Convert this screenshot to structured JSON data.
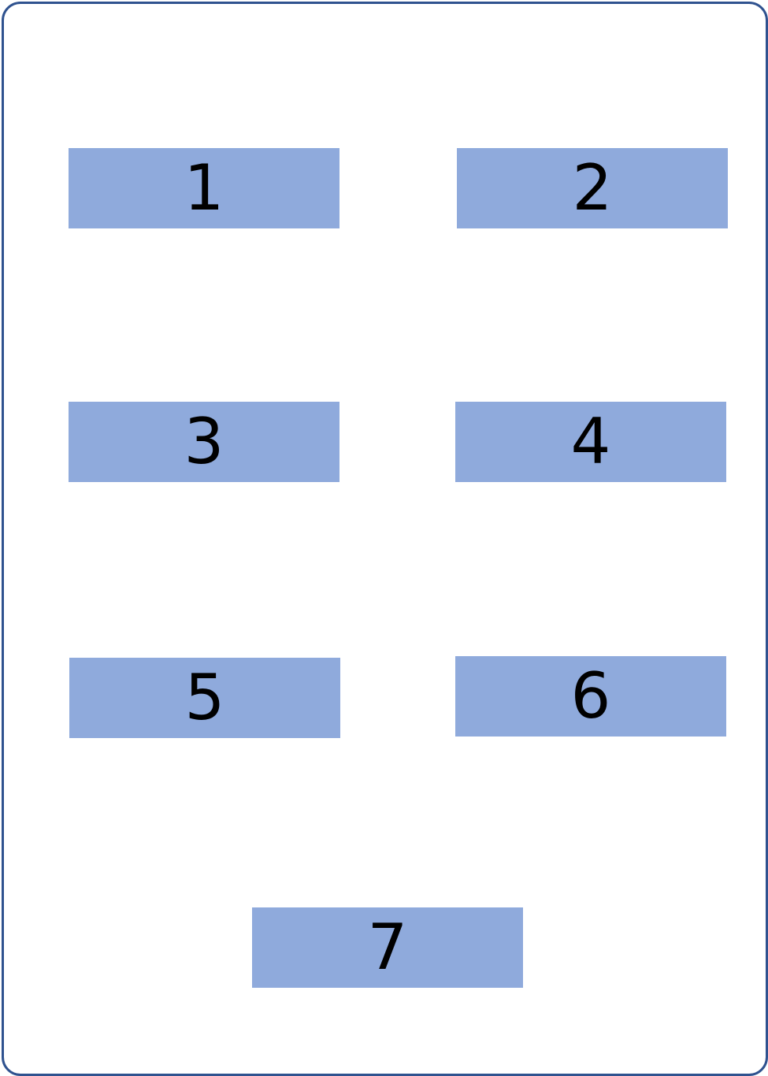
{
  "boxes": [
    {
      "label": "1"
    },
    {
      "label": "2"
    },
    {
      "label": "3"
    },
    {
      "label": "4"
    },
    {
      "label": "5"
    },
    {
      "label": "6"
    },
    {
      "label": "7"
    }
  ],
  "colors": {
    "frame_border": "#2f528f",
    "box_fill": "#8faadc",
    "background": "#ffffff",
    "text": "#000000"
  }
}
